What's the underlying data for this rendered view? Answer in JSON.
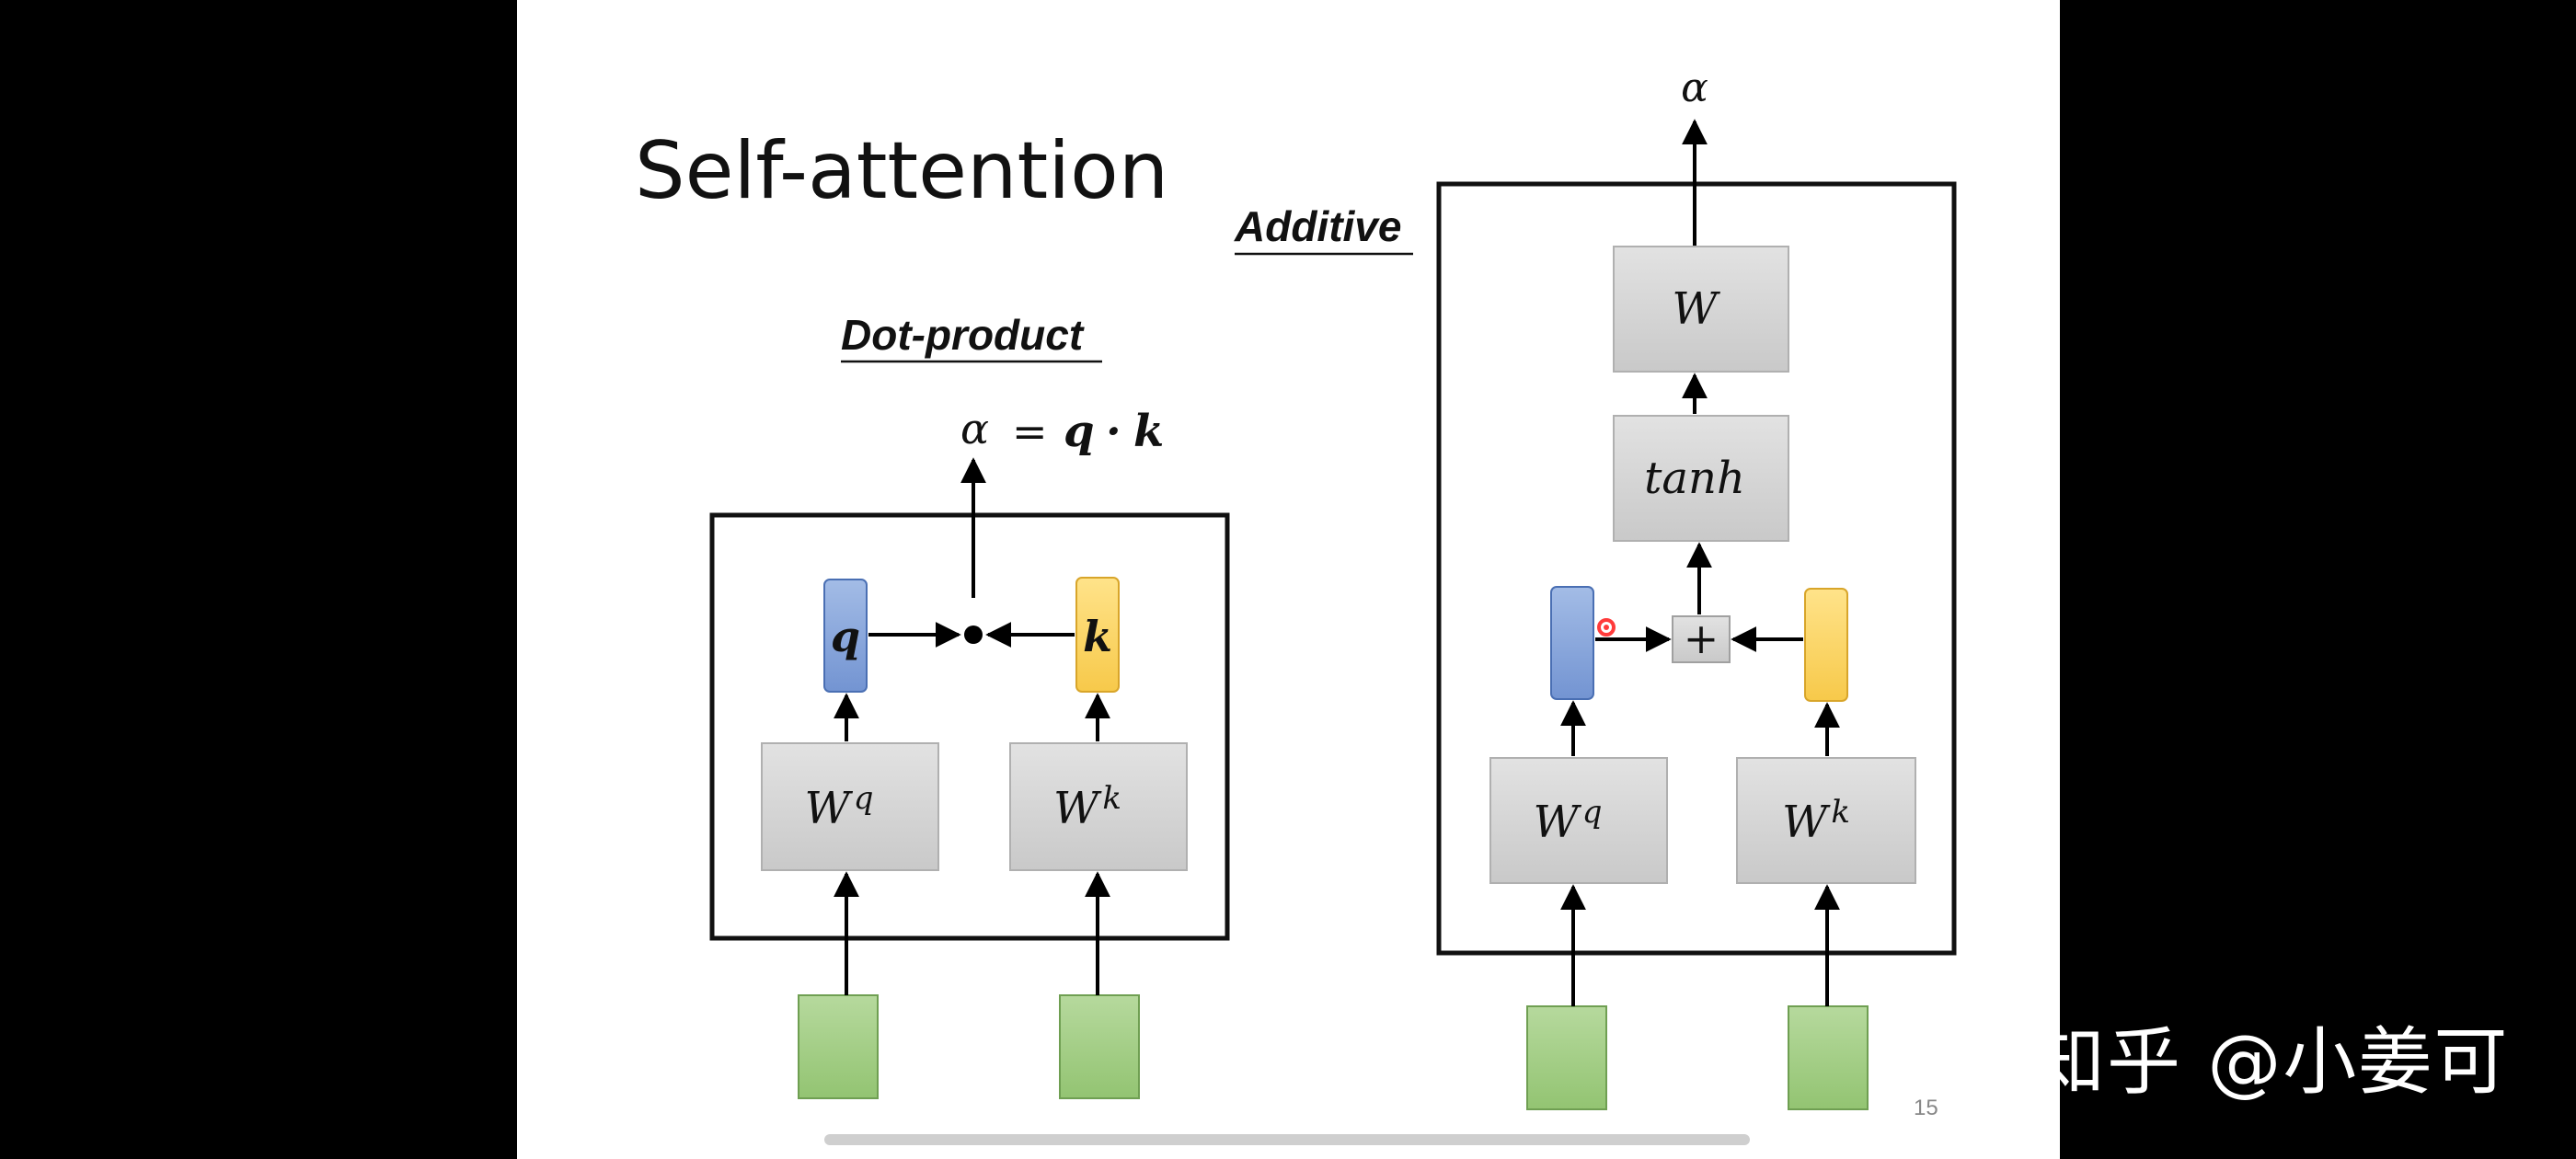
{
  "slide": {
    "title": "Self-attention",
    "page_number": "15"
  },
  "dot_product": {
    "heading": "Dot-product",
    "formula": {
      "alpha": "α",
      "equals": "=",
      "q": "q",
      "dot": "·",
      "k": "k"
    },
    "q_label": "q",
    "k_label": "k",
    "dot_op": "•",
    "wq": {
      "base": "W",
      "sup": "q"
    },
    "wk": {
      "base": "W",
      "sup": "k"
    }
  },
  "additive": {
    "heading": "Additive",
    "output": "α",
    "w": "W",
    "tanh": "tanh",
    "plus": "+",
    "wq": {
      "base": "W",
      "sup": "q"
    },
    "wk": {
      "base": "W",
      "sup": "k"
    }
  },
  "watermark": "知乎 @小姜可",
  "colors": {
    "q_blue": "#8faadc",
    "k_yellow": "#ffd966",
    "input_green": "#a9d18e",
    "gray_box": "#d0d0d0",
    "cursor_red": "#ff3b3b"
  }
}
